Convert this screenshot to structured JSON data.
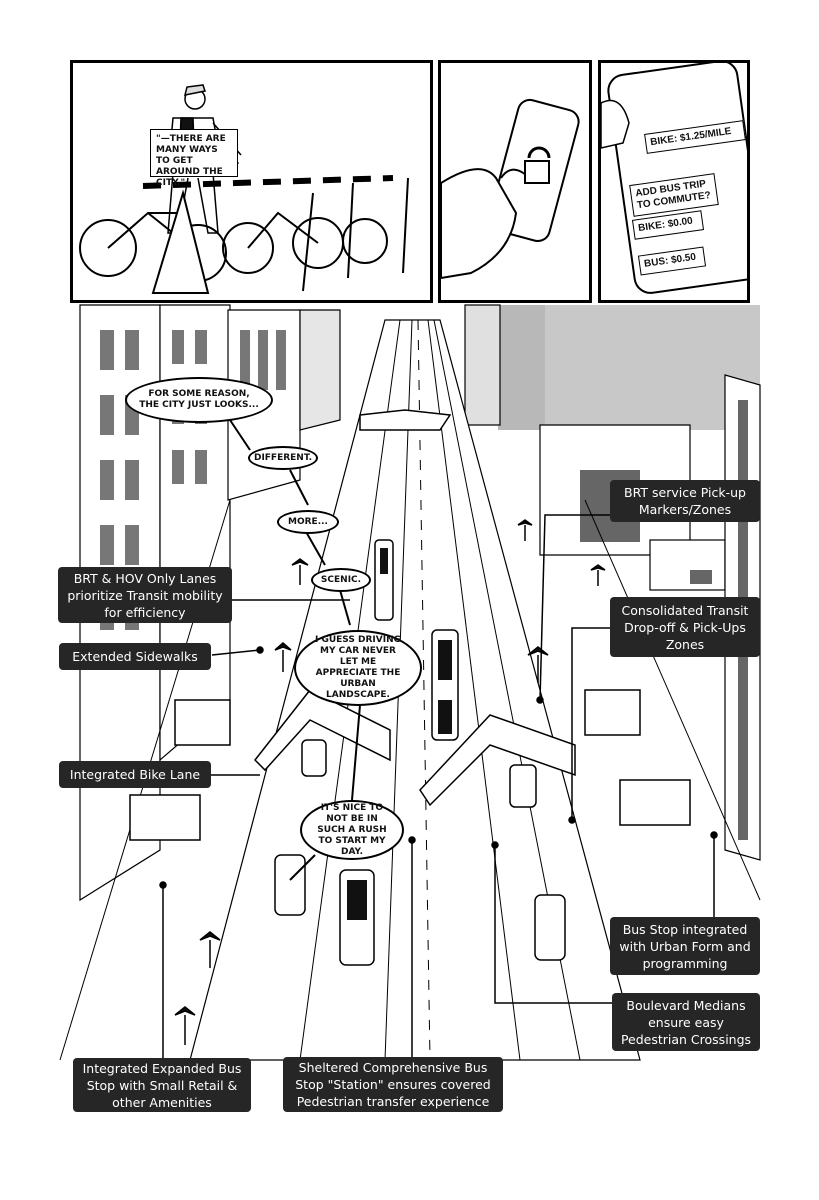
{
  "panels": {
    "panel1": {
      "caption": "\"—THERE ARE MANY WAYS TO GET AROUND THE CITY.\""
    },
    "panel3": {
      "bike_price": "BIKE: $1.25/MILE",
      "add_bus_prompt": "ADD BUS TRIP TO COMMUTE?",
      "bike_cost": "BIKE: $0.00",
      "bus_cost": "BUS: $0.50"
    }
  },
  "dialogue": {
    "bubble1": "FOR SOME REASON, THE CITY JUST LOOKS...",
    "bubble2": "DIFFERENT.",
    "bubble3": "MORE...",
    "bubble4": "SCENIC.",
    "bubble5": "I GUESS DRIVING MY CAR NEVER LET ME APPRECIATE THE URBAN LANDSCAPE.",
    "bubble6": "IT'S NICE TO NOT BE IN SUCH A RUSH TO START MY DAY."
  },
  "callouts": {
    "brt_pickup": "BRT service Pick-up Markers/Zones",
    "brt_hov": "BRT & HOV Only Lanes prioritize Transit mobility for efficiency",
    "consolidated": "Consolidated Transit Drop-off & Pick-Ups Zones",
    "sidewalks": "Extended Sidewalks",
    "bike_lane": "Integrated Bike Lane",
    "bus_stop_urban": "Bus Stop integrated with Urban Form and programming",
    "medians": "Boulevard Medians ensure easy Pedestrian Crossings",
    "expanded_stop": "Integrated Expanded Bus Stop with Small Retail & other Amenities",
    "sheltered_station": "Sheltered Comprehensive Bus Stop \"Station\" ensures covered Pedestrian transfer experience"
  }
}
